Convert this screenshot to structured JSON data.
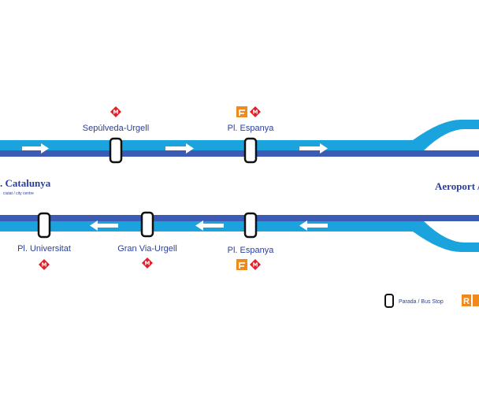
{
  "colors": {
    "line_light": "#1aa3dd",
    "line_dark": "#3b5bb5",
    "text": "#2b3f9a",
    "metro": "#e3202a",
    "rodalies": "#f08a1c",
    "arrow": "#ffffff"
  },
  "stops": {
    "top": [
      {
        "label": "Sepúlveda-Urgell",
        "icons": [
          "metro-icon"
        ]
      },
      {
        "label": "Pl. Espanya",
        "icons": [
          "fgc-icon",
          "metro-icon"
        ]
      }
    ],
    "bottom": [
      {
        "label": "Pl. Universitat",
        "icons": [
          "metro-icon"
        ]
      },
      {
        "label": "Gran Via-Urgell",
        "icons": [
          "metro-icon"
        ]
      },
      {
        "label": "Pl. Espanya",
        "icons": [
          "fgc-icon",
          "metro-icon"
        ]
      }
    ]
  },
  "terminals": {
    "left_name": ". Catalunya",
    "left_subtitle": "ciutat / city centre",
    "right_name": "Aeroport /"
  },
  "legend": {
    "stop_label": "Parada / Bus Stop",
    "rodalies_letter": "R"
  }
}
